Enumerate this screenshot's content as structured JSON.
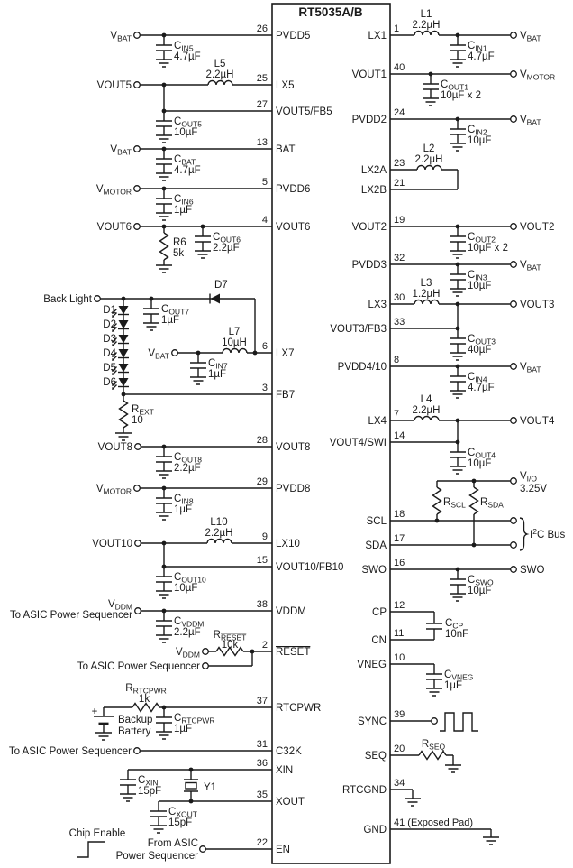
{
  "ic": {
    "title": "RT5035A/B"
  },
  "pins": {
    "left": [
      {
        "num": "26",
        "label": "PVDD5"
      },
      {
        "num": "25",
        "label": "LX5"
      },
      {
        "num": "27",
        "label": "VOUT5/FB5"
      },
      {
        "num": "13",
        "label": "BAT"
      },
      {
        "num": "5",
        "label": "PVDD6"
      },
      {
        "num": "4",
        "label": "VOUT6"
      },
      {
        "num": "6",
        "label": "LX7"
      },
      {
        "num": "3",
        "label": "FB7"
      },
      {
        "num": "28",
        "label": "VOUT8"
      },
      {
        "num": "29",
        "label": "PVDD8"
      },
      {
        "num": "9",
        "label": "LX10"
      },
      {
        "num": "15",
        "label": "VOUT10/FB10"
      },
      {
        "num": "38",
        "label": "VDDM"
      },
      {
        "num": "2",
        "label": "RESET"
      },
      {
        "num": "37",
        "label": "RTCPWR"
      },
      {
        "num": "31",
        "label": "C32K"
      },
      {
        "num": "36",
        "label": "XIN"
      },
      {
        "num": "35",
        "label": "XOUT"
      },
      {
        "num": "22",
        "label": "EN"
      }
    ],
    "right": [
      {
        "num": "1",
        "label": "LX1"
      },
      {
        "num": "40",
        "label": "VOUT1"
      },
      {
        "num": "24",
        "label": "PVDD2"
      },
      {
        "num": "23",
        "label": "LX2A"
      },
      {
        "num": "21",
        "label": "LX2B"
      },
      {
        "num": "19",
        "label": "VOUT2"
      },
      {
        "num": "32",
        "label": "PVDD3"
      },
      {
        "num": "30",
        "label": "LX3"
      },
      {
        "num": "33",
        "label": "VOUT3/FB3"
      },
      {
        "num": "8",
        "label": "PVDD4/10"
      },
      {
        "num": "7",
        "label": "LX4"
      },
      {
        "num": "14",
        "label": "VOUT4/SWI"
      },
      {
        "num": "18",
        "label": "SCL"
      },
      {
        "num": "17",
        "label": "SDA"
      },
      {
        "num": "16",
        "label": "SWO"
      },
      {
        "num": "12",
        "label": "CP"
      },
      {
        "num": "11",
        "label": "CN"
      },
      {
        "num": "10",
        "label": "VNEG"
      },
      {
        "num": "39",
        "label": "SYNC"
      },
      {
        "num": "20",
        "label": "SEQ"
      },
      {
        "num": "34",
        "label": "RTCGND"
      },
      {
        "num": "41 (Exposed Pad)",
        "label": "GND"
      }
    ]
  },
  "parts": {
    "cin5": {
      "pre": "C",
      "sub": "IN5",
      "val": "4.7µF"
    },
    "l5": {
      "ref": "L5",
      "val": "2.2µH"
    },
    "cout5": {
      "pre": "C",
      "sub": "OUT5",
      "val": "10µF"
    },
    "cbat": {
      "pre": "C",
      "sub": "BAT",
      "val": "4.7µF"
    },
    "cin6": {
      "pre": "C",
      "sub": "IN6",
      "val": "1µF"
    },
    "r6": {
      "ref": "R6",
      "val": "5k"
    },
    "cout6": {
      "pre": "C",
      "sub": "OUT6",
      "val": "2.2µF"
    },
    "leds": [
      "D1",
      "D2",
      "D3",
      "D4",
      "D5",
      "D6"
    ],
    "d7": {
      "ref": "D7"
    },
    "cout7": {
      "pre": "C",
      "sub": "OUT7",
      "val": "1µF"
    },
    "l7": {
      "ref": "L7",
      "val": "10µH"
    },
    "cin7": {
      "pre": "C",
      "sub": "IN7",
      "val": "1µF"
    },
    "rext": {
      "pre": "R",
      "sub": "EXT",
      "val": "10"
    },
    "cout8": {
      "pre": "C",
      "sub": "OUT8",
      "val": "2.2µF"
    },
    "cin8": {
      "pre": "C",
      "sub": "IN8",
      "val": "1µF"
    },
    "l10": {
      "ref": "L10",
      "val": "2.2µH"
    },
    "cout10": {
      "pre": "C",
      "sub": "OUT10",
      "val": "10µF"
    },
    "cvddm": {
      "pre": "C",
      "sub": "VDDM",
      "val": "2.2µF"
    },
    "rreset": {
      "pre": "R",
      "sub": "RESET",
      "val": "10k"
    },
    "rrtcpwr": {
      "pre": "R",
      "sub": "RTCPWR",
      "val": "1k"
    },
    "crtcpwr": {
      "pre": "C",
      "sub": "RTCPWR",
      "val": "1µF"
    },
    "cxin": {
      "pre": "C",
      "sub": "XIN",
      "val": "15pF"
    },
    "y1": {
      "ref": "Y1"
    },
    "cxout": {
      "pre": "C",
      "sub": "XOUT",
      "val": "15pF"
    },
    "l1": {
      "ref": "L1",
      "val": "2.2µH"
    },
    "cin1": {
      "pre": "C",
      "sub": "IN1",
      "val": "4.7µF"
    },
    "cout1": {
      "pre": "C",
      "sub": "OUT1",
      "val": "10µF x 2"
    },
    "cin2": {
      "pre": "C",
      "sub": "IN2",
      "val": "10µF"
    },
    "l2": {
      "ref": "L2",
      "val": "2.2µH"
    },
    "cout2": {
      "pre": "C",
      "sub": "OUT2",
      "val": "10µF x 2"
    },
    "cin3": {
      "pre": "C",
      "sub": "IN3",
      "val": "10µF"
    },
    "l3": {
      "ref": "L3",
      "val": "1.2µH"
    },
    "cout3": {
      "pre": "C",
      "sub": "OUT3",
      "val": "40µF"
    },
    "cin4": {
      "pre": "C",
      "sub": "IN4",
      "val": "4.7µF"
    },
    "l4": {
      "ref": "L4",
      "val": "2.2µH"
    },
    "cout4": {
      "pre": "C",
      "sub": "OUT4",
      "val": "10µF"
    },
    "rscl": {
      "pre": "R",
      "sub": "SCL"
    },
    "rsda": {
      "pre": "R",
      "sub": "SDA"
    },
    "cswo": {
      "pre": "C",
      "sub": "SWO",
      "val": "10µF"
    },
    "ccp": {
      "pre": "C",
      "sub": "CP",
      "val": "10nF"
    },
    "cvneg": {
      "pre": "C",
      "sub": "VNEG",
      "val": "1µF"
    },
    "rseq": {
      "pre": "R",
      "sub": "SEQ"
    }
  },
  "nets": {
    "vbat": {
      "pre": "V",
      "sub": "BAT"
    },
    "vmotor": {
      "pre": "V",
      "sub": "MOTOR"
    },
    "vddm": {
      "pre": "V",
      "sub": "DDM"
    },
    "vio": {
      "pre": "V",
      "sub": "I/O"
    },
    "vio_volt": "3.25V",
    "vout5": "VOUT5",
    "vout6": "VOUT6",
    "vout8": "VOUT8",
    "vout10": "VOUT10",
    "vout2": "VOUT2",
    "vout3": "VOUT3",
    "vout4": "VOUT4",
    "swo": "SWO",
    "backlight": "Back Light",
    "to_asic": "To ASIC Power Sequencer",
    "from_asic_1": "From ASIC",
    "from_asic_2": "Power Sequencer",
    "backup_1": "Backup",
    "backup_2": "Battery",
    "chip_enable": "Chip Enable",
    "plus": "+",
    "i2c": {
      "pre": "I",
      "sup": "2",
      "post": "C Bus"
    }
  }
}
